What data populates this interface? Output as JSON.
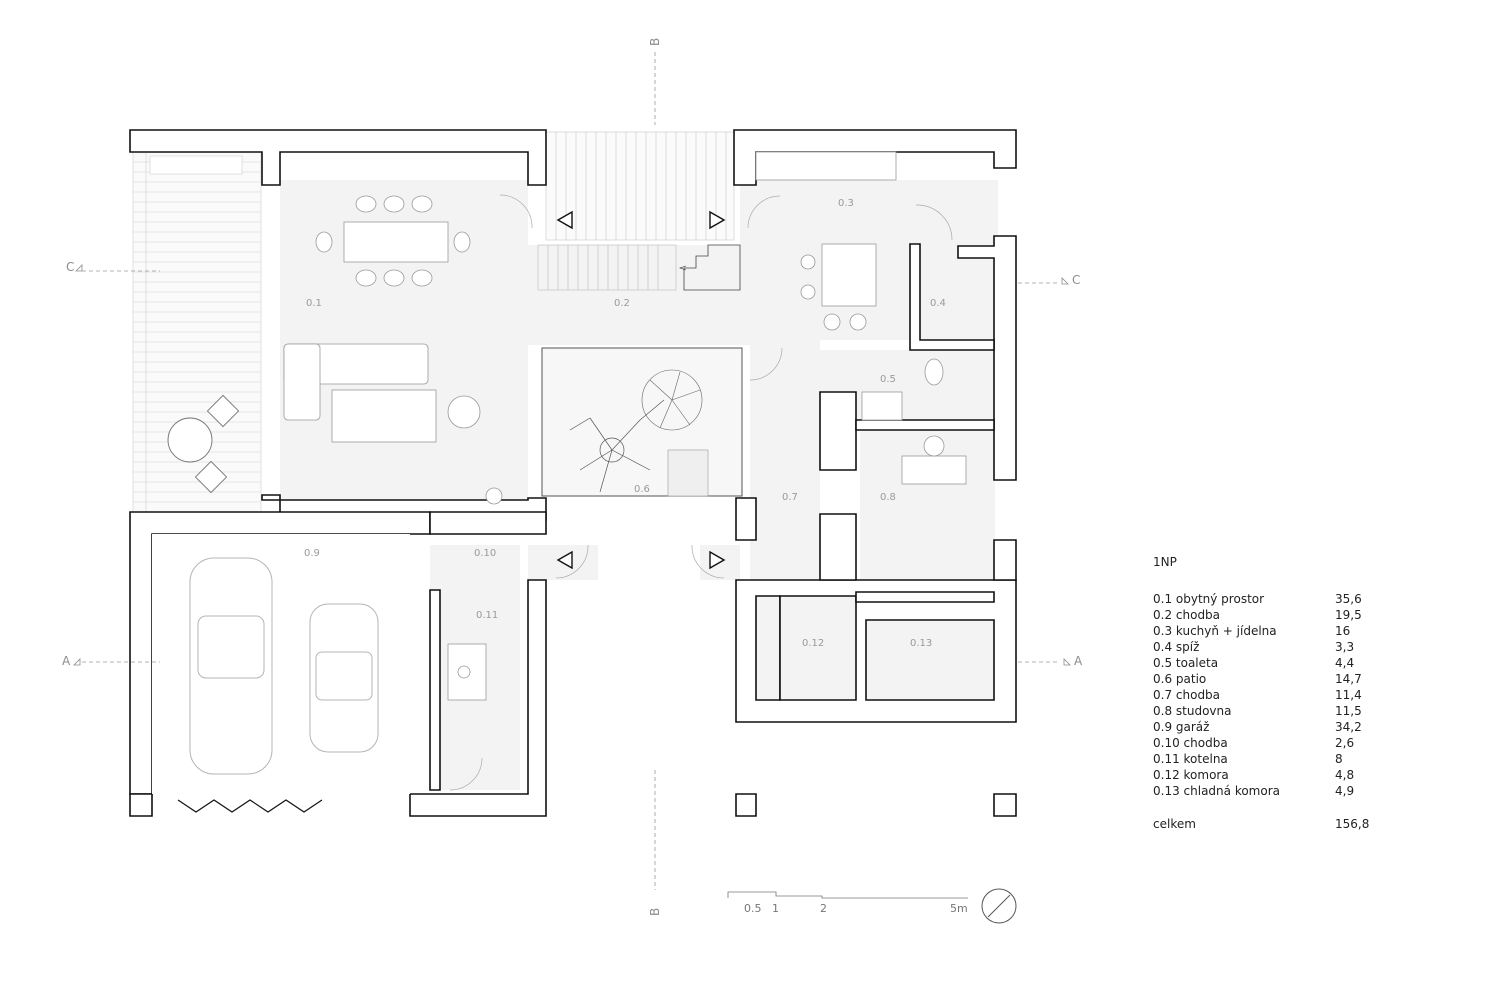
{
  "plan": {
    "rooms": [
      {
        "id": "0.1"
      },
      {
        "id": "0.2"
      },
      {
        "id": "0.3"
      },
      {
        "id": "0.4"
      },
      {
        "id": "0.5"
      },
      {
        "id": "0.6"
      },
      {
        "id": "0.7"
      },
      {
        "id": "0.8"
      },
      {
        "id": "0.9"
      },
      {
        "id": "0.10"
      },
      {
        "id": "0.11"
      },
      {
        "id": "0.12"
      },
      {
        "id": "0.13"
      }
    ],
    "sections": {
      "a_left": "A",
      "a_right": "A",
      "b_top": "B",
      "b_bottom": "B",
      "c_left": "C",
      "c_right": "C"
    },
    "scale_labels": [
      "0.5",
      "1",
      "2",
      "5m"
    ]
  },
  "legend": {
    "title": "1NP",
    "rows": [
      {
        "name": "0.1 obytný prostor",
        "area": "35,6"
      },
      {
        "name": "0.2 chodba",
        "area": "19,5"
      },
      {
        "name": "0.3 kuchyň + jídelna",
        "area": "16"
      },
      {
        "name": "0.4 spíž",
        "area": "3,3"
      },
      {
        "name": "0.5 toaleta",
        "area": "4,4"
      },
      {
        "name": "0.6 patio",
        "area": "14,7"
      },
      {
        "name": "0.7 chodba",
        "area": "11,4"
      },
      {
        "name": "0.8 studovna",
        "area": "11,5"
      },
      {
        "name": "0.9 garáž",
        "area": "34,2"
      },
      {
        "name": "0.10 chodba",
        "area": "2,6"
      },
      {
        "name": "0.11 kotelna",
        "area": "8"
      },
      {
        "name": "0.12 komora",
        "area": "4,8"
      },
      {
        "name": "0.13 chladná komora",
        "area": "4,9"
      }
    ],
    "total_label": "celkem",
    "total_area": "156,8"
  }
}
